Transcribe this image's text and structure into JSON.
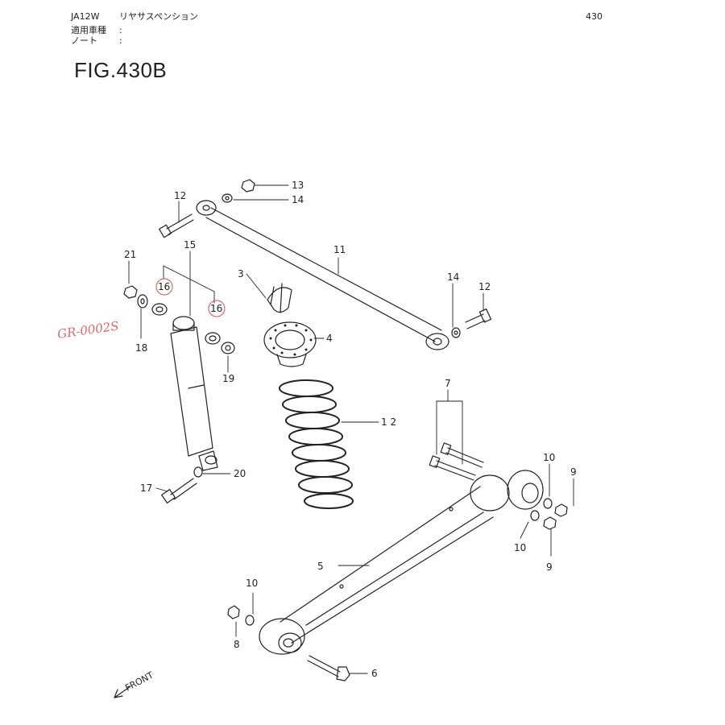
{
  "header": {
    "model": "JA12W",
    "section": "リヤサスペンション",
    "page_number": "430",
    "applicable_label": "適用車種",
    "applicable_value": ":",
    "note_label": "ノート",
    "note_value": ":"
  },
  "figure": {
    "title": "FIG.430B"
  },
  "callouts": {
    "c3": "3",
    "c4": "4",
    "c5": "5",
    "c6": "6",
    "c7": "7",
    "c8": "8",
    "c9a": "9",
    "c9b": "9",
    "c10a": "10",
    "c10b": "10",
    "c10c": "10",
    "c11": "11",
    "c12a": "12",
    "c12b": "12",
    "c12c": "1 2",
    "c13": "13",
    "c14a": "14",
    "c14b": "14",
    "c15": "15",
    "c16a": "16",
    "c16b": "16",
    "c17": "17",
    "c18": "18",
    "c19": "19",
    "c20": "20",
    "c21": "21"
  },
  "annotations": {
    "handwritten_part": "GR-0002S",
    "front_label": "FRONT"
  },
  "colors": {
    "ink": "#222222",
    "annotation": "#d86a6a"
  }
}
